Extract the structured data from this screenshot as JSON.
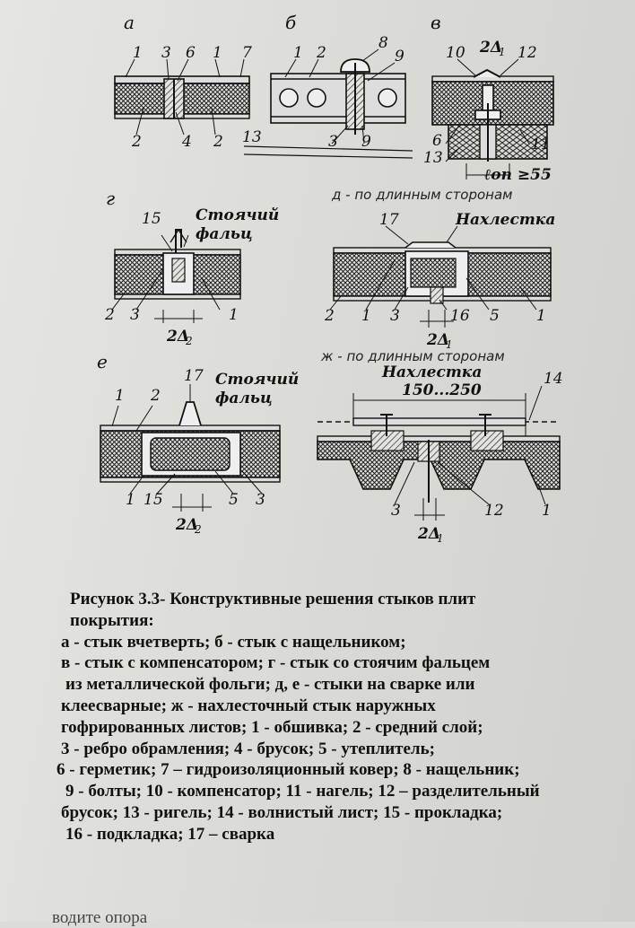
{
  "figure": {
    "panels": {
      "a": "а",
      "b": "б",
      "v": "в",
      "g": "г",
      "d": "д - по длинным сторонам",
      "e": "е",
      "zh": "ж - по длинным сторонам"
    },
    "labels": {
      "standing_seam": "Стоячий",
      "standing_seam2": "фальц",
      "overlap": "Нахлестка",
      "gap_2d1": "2Δ",
      "gap_2d2": "2Δ",
      "sub1": "1",
      "sub2": "2",
      "lon": "ℓоп ≥55",
      "range": "150...250"
    },
    "numbers": {
      "a": [
        "1",
        "3",
        "6",
        "1",
        "7",
        "2",
        "4",
        "2"
      ],
      "b": [
        "1",
        "2",
        "8",
        "9",
        "13",
        "3",
        "9"
      ],
      "v": [
        "10",
        "12",
        "6",
        "11",
        "13"
      ],
      "g": [
        "15",
        "2",
        "3",
        "1"
      ],
      "d": [
        "17",
        "2",
        "1",
        "3",
        "16",
        "5",
        "1"
      ],
      "e": [
        "1",
        "2",
        "17",
        "1",
        "15",
        "5",
        "3"
      ],
      "zh": [
        "14",
        "3",
        "12",
        "1"
      ]
    }
  },
  "caption": {
    "line1": "Рисунок  3.3- Конструктивные решения стыков плит",
    "line2": "покрытия:",
    "line3": "а - стык вчетверть; б - стык с нащельником;",
    "line4": "в - стык с компенсатором; г - стык со стоячим фальцем",
    "line5": "из металлической фольги; д, е - стыки на сварке или",
    "line6": "клеесварные; ж - нахлесточный стык наружных",
    "line7": "гофрированных       листов; 1 - обшивка; 2 - средний слой;",
    "line8": "3    - ребро обрамления; 4 - брусок; 5 - утеплитель;",
    "line9": "6 - герметик; 7 – гидроизоляционный ковер; 8 - нащельник;",
    "line10": "9 - болты; 10 - компенсатор; 11 - нагель; 12 – разделительный",
    "line11": "брусок; 13 - ригель; 14 - волнистый лист; 15 - прокладка;",
    "line12": "16 - подкладка; 17 – сварка"
  },
  "cutoff_text": "водите опора"
}
